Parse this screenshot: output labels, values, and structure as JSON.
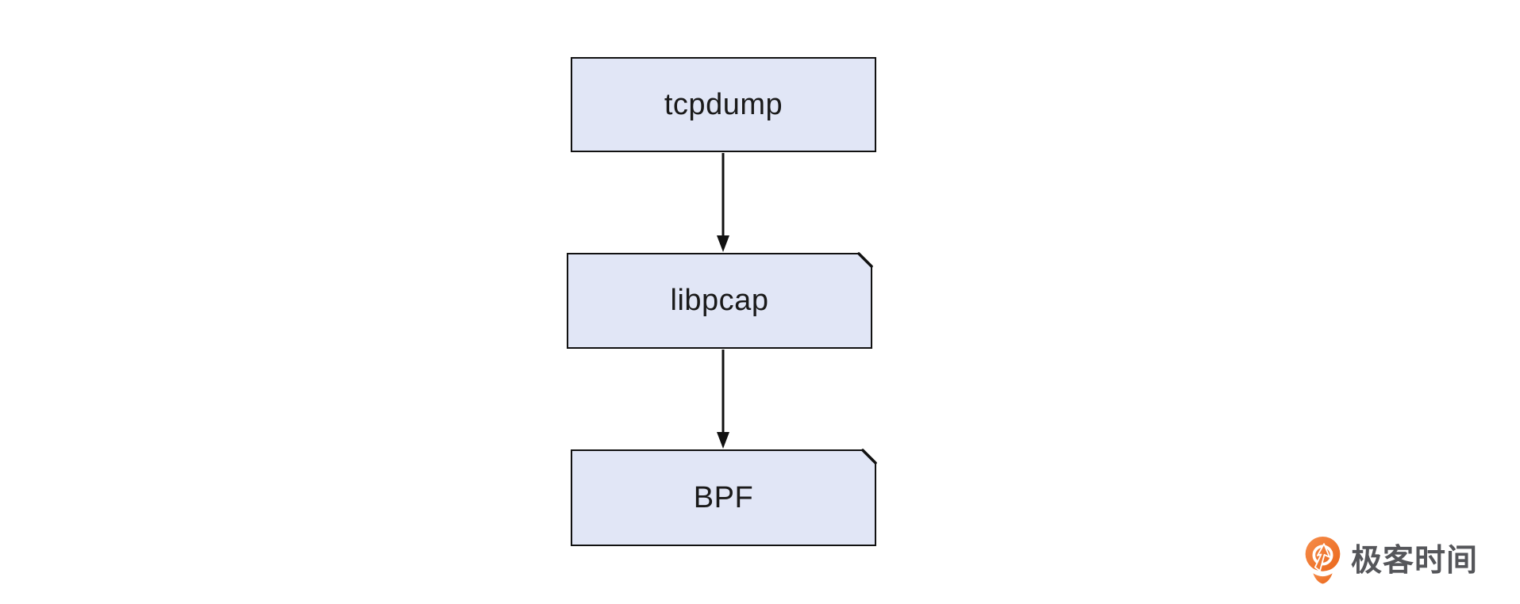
{
  "diagram": {
    "nodes": [
      {
        "id": "tcpdump",
        "label": "tcpdump",
        "shape": "rectangle"
      },
      {
        "id": "libpcap",
        "label": "libpcap",
        "shape": "card-folded-corner"
      },
      {
        "id": "bpf",
        "label": "BPF",
        "shape": "card-folded-corner"
      }
    ],
    "edges": [
      {
        "from": "tcpdump",
        "to": "libpcap",
        "style": "straight-arrow-down"
      },
      {
        "from": "libpcap",
        "to": "bpf",
        "style": "straight-arrow-down"
      }
    ],
    "colors": {
      "node_fill": "#E1E6F6",
      "node_border": "#111111",
      "arrow": "#111111",
      "label": "#1A1A1A"
    }
  },
  "branding": {
    "logo_icon": "geektime-pin-icon",
    "logo_text": "极客时间",
    "colors": {
      "text": "#55565A",
      "orange_start": "#F68D4B",
      "orange_end": "#EA671B"
    }
  }
}
